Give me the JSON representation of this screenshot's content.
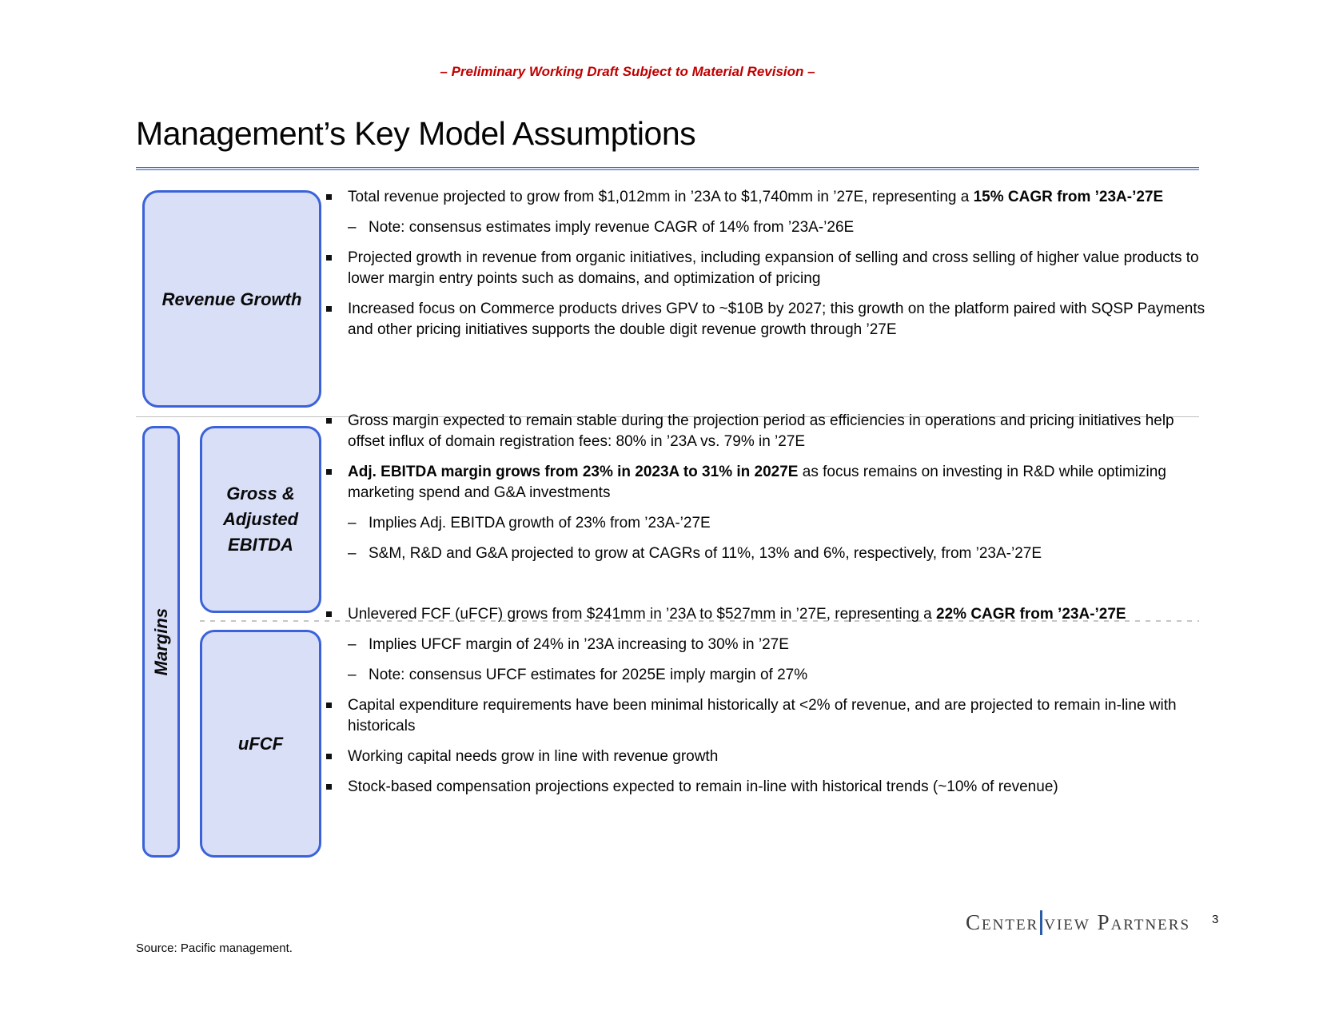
{
  "header": {
    "disclaimer": "– Preliminary Working Draft Subject to Material Revision –",
    "title": "Management’s Key Model Assumptions"
  },
  "colors": {
    "disclaimer_red": "#C00000",
    "box_fill": "#D9DFF7",
    "box_border": "#3B62D9",
    "title_rule_blue": "#3A6BC4",
    "logo_blue": "#2B5CA8"
  },
  "left_labels": {
    "revenue": "Revenue Growth",
    "margins": "Margins",
    "ebitda": "Gross & Adjusted EBITDA",
    "ufcf": "uFCF"
  },
  "sections": [
    {
      "id": "revenue",
      "bullets": [
        {
          "level": 1,
          "runs": [
            {
              "t": "Total revenue projected to grow from $1,012mm in ’23A to $1,740mm in ’27E, representing a ",
              "b": false
            },
            {
              "t": "15% CAGR from ’23A-’27E",
              "b": true
            }
          ]
        },
        {
          "level": 2,
          "runs": [
            {
              "t": "Note: consensus estimates imply revenue CAGR of 14% from ’23A-’26E",
              "b": false
            }
          ]
        },
        {
          "level": 1,
          "runs": [
            {
              "t": "Projected growth in revenue from organic initiatives, including expansion of selling and cross selling of higher value products to lower margin entry points such as domains, and optimization of pricing",
              "b": false
            }
          ]
        },
        {
          "level": 1,
          "runs": [
            {
              "t": "Increased focus on Commerce products drives GPV to ~$10B by 2027; this growth on the platform paired with SQSP Payments and other pricing initiatives supports the double digit revenue growth through ’27E",
              "b": false
            }
          ]
        }
      ]
    },
    {
      "id": "ebitda",
      "bullets": [
        {
          "level": 1,
          "runs": [
            {
              "t": "Gross margin expected to remain stable during the projection period as efficiencies in operations and pricing initiatives help offset influx of domain registration fees: 80% in ’23A vs. 79% in ’27E",
              "b": false
            }
          ]
        },
        {
          "level": 1,
          "runs": [
            {
              "t": "Adj. EBITDA margin grows from 23% in 2023A to 31% in 2027E",
              "b": true
            },
            {
              "t": " as focus remains on investing in R&D while optimizing marketing spend and G&A investments",
              "b": false
            }
          ]
        },
        {
          "level": 2,
          "runs": [
            {
              "t": "Implies Adj. EBITDA growth of 23% from ’23A-’27E",
              "b": false
            }
          ]
        },
        {
          "level": 2,
          "runs": [
            {
              "t": "S&M, R&D and G&A projected to grow at CAGRs of 11%, 13% and 6%, respectively, from ’23A-’27E",
              "b": false
            }
          ]
        }
      ]
    },
    {
      "id": "ufcf",
      "bullets": [
        {
          "level": 1,
          "runs": [
            {
              "t": "Unlevered FCF (uFCF) grows from $241mm in ’23A to $527mm in ’27E, representing a ",
              "b": false
            },
            {
              "t": "22% CAGR from ’23A-’27E",
              "b": true
            }
          ]
        },
        {
          "level": 2,
          "runs": [
            {
              "t": "Implies UFCF margin of 24% in ’23A increasing to 30% in ’27E",
              "b": false
            }
          ]
        },
        {
          "level": 2,
          "runs": [
            {
              "t": "Note: consensus UFCF estimates for 2025E imply margin of 27%",
              "b": false
            }
          ]
        },
        {
          "level": 1,
          "runs": [
            {
              "t": "Capital expenditure requirements have been minimal historically at <2% of revenue, and are projected to remain in-line with historicals",
              "b": false
            }
          ]
        },
        {
          "level": 1,
          "runs": [
            {
              "t": "Working capital needs grow in line with revenue growth",
              "b": false
            }
          ]
        },
        {
          "level": 1,
          "runs": [
            {
              "t": "Stock-based compensation projections expected to remain in-line with historical trends (~10% of revenue)",
              "b": false
            }
          ]
        }
      ]
    }
  ],
  "footer": {
    "source": "Source: Pacific management.",
    "logo_left": "Center",
    "logo_right": "view Partners",
    "page_number": "3"
  }
}
